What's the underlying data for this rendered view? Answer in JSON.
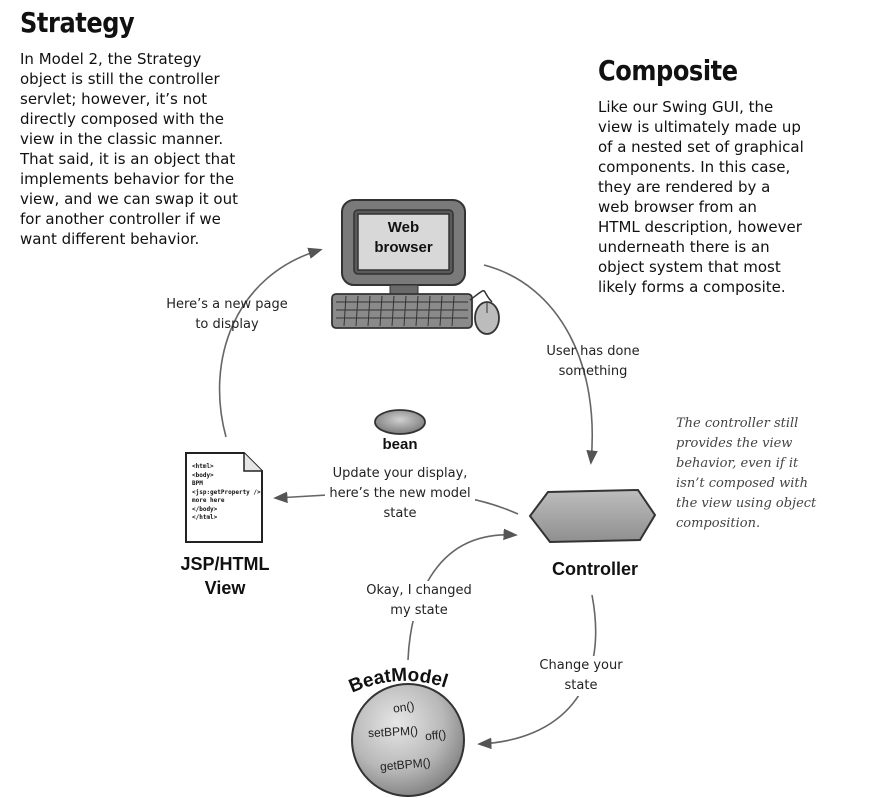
{
  "strategy": {
    "title": "Strategy",
    "lines": [
      "In Model 2, the Strategy",
      "object is still the controller",
      "servlet; however, it’s not",
      "directly composed with the",
      "view in the classic manner.",
      "That said, it is an object that",
      "implements behavior for the",
      "view, and we can swap it out",
      "for another controller if we",
      "want different behavior."
    ]
  },
  "composite": {
    "title": "Composite",
    "lines": [
      "Like our Swing GUI, the",
      "view is ultimately made up",
      "of a nested set of graphical",
      "components.  In this case,",
      "they are rendered by a",
      "web browser from an",
      "HTML description, however",
      "underneath there is an",
      "object system that most",
      "likely forms a composite."
    ]
  },
  "nodes": {
    "web_browser": {
      "line1": "Web",
      "line2": "browser"
    },
    "bean": "bean",
    "jsp_view": {
      "line1": "JSP/HTML",
      "line2": "View",
      "code": [
        "<html>",
        "<body>",
        "BPM",
        "<jsp:getProperty />",
        "more here",
        "</body>",
        "</html>"
      ]
    },
    "controller": "Controller",
    "beat_model": {
      "title": "BeatModel",
      "methods": [
        "on()",
        "setBPM()",
        "off()",
        "getBPM()"
      ]
    }
  },
  "arrows": {
    "new_page": [
      "Here’s a new page",
      "to display"
    ],
    "user_done": [
      "User has done",
      "something"
    ],
    "update_display": [
      "Update your display,",
      "here’s the new model",
      "state"
    ],
    "changed_state": [
      "Okay, I changed",
      "my state"
    ],
    "change_state": [
      "Change your",
      "state"
    ]
  },
  "controller_note": [
    "The controller still",
    "provides the view",
    "behavior, even if it",
    "isn’t composed with",
    "the view using object",
    "composition."
  ]
}
